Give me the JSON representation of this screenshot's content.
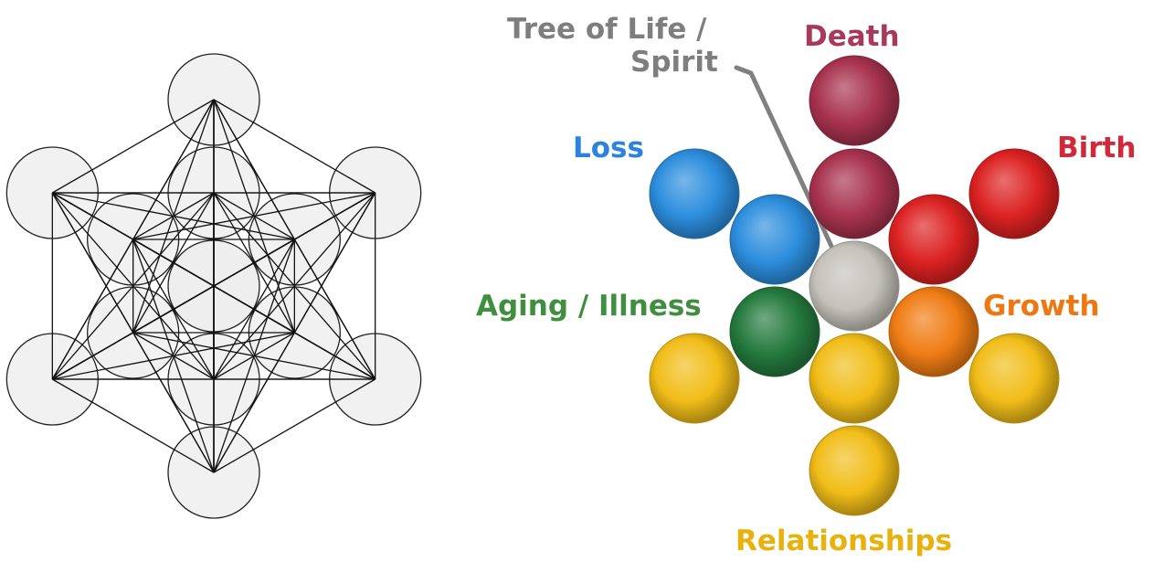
{
  "labels": {
    "tree_of_life": {
      "line1": "Tree of Life /",
      "line2": "Spirit",
      "color": "#7e7e7e"
    },
    "death": {
      "text": "Death",
      "color": "#a8395a"
    },
    "loss": {
      "text": "Loss",
      "color": "#2a83dc"
    },
    "birth": {
      "text": "Birth",
      "color": "#d1283a"
    },
    "aging_illness": {
      "text": "Aging / Illness",
      "color": "#3f8f3f"
    },
    "growth": {
      "text": "Growth",
      "color": "#ee7712"
    },
    "relationships": {
      "text": "Relationships",
      "color": "#e8b10b"
    }
  },
  "colors": {
    "death": "#a8334f",
    "loss": "#2d8edd",
    "birth": "#dc2222",
    "growth": "#ef7c14",
    "aging_illness": "#257a3e",
    "relationships": "#f1bd18",
    "spirit": "#c4c2ba",
    "cube_circle_fill": "#ececec",
    "cube_circle_stroke": "#222222",
    "cube_line": "#111111"
  }
}
